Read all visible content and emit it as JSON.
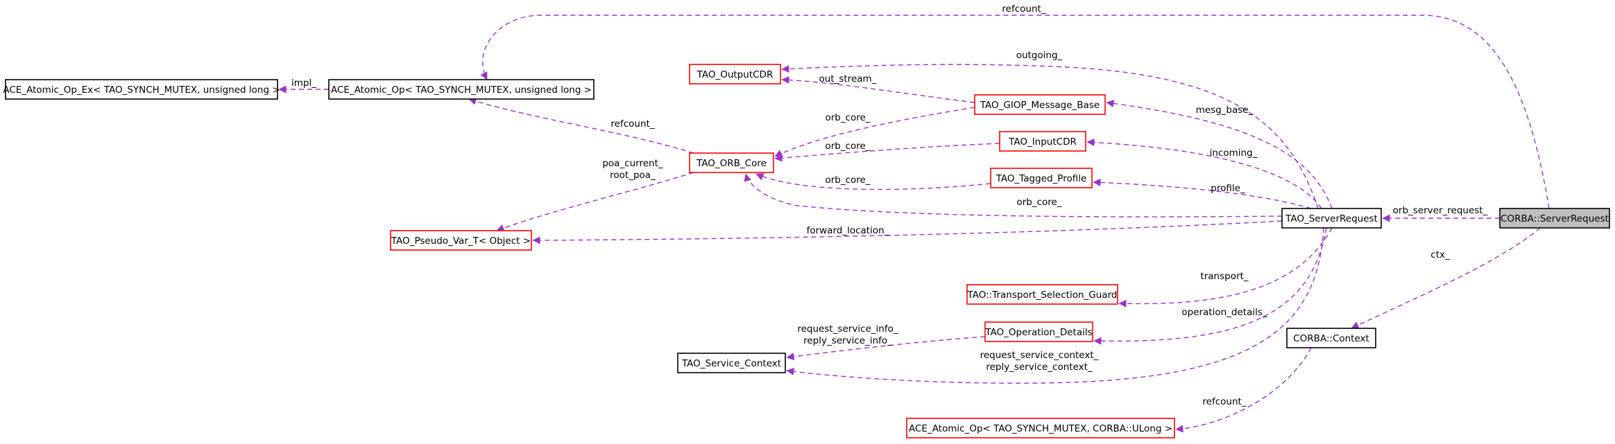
{
  "colors": {
    "edge": "#9a32cd",
    "node_border_black": "#000000",
    "node_border_red": "#ff0000",
    "focus_fill": "#bfbfbf",
    "node_fill": "#ffffff"
  },
  "nodes": [
    {
      "id": "ace-atomic-op-ex",
      "label": "ACE_Atomic_Op_Ex< TAO_SYNCH_MUTEX, unsigned long >",
      "border": "black",
      "focus": false
    },
    {
      "id": "ace-atomic-op-ulong",
      "label": "ACE_Atomic_Op< TAO_SYNCH_MUTEX, unsigned long >",
      "border": "black",
      "focus": false
    },
    {
      "id": "tao-outputcdr",
      "label": "TAO_OutputCDR",
      "border": "red",
      "focus": false
    },
    {
      "id": "tao-giop-message-base",
      "label": "TAO_GIOP_Message_Base",
      "border": "red",
      "focus": false
    },
    {
      "id": "tao-orb-core",
      "label": "TAO_ORB_Core",
      "border": "red",
      "focus": false
    },
    {
      "id": "tao-inputcdr",
      "label": "TAO_InputCDR",
      "border": "red",
      "focus": false
    },
    {
      "id": "tao-tagged-profile",
      "label": "TAO_Tagged_Profile",
      "border": "red",
      "focus": false
    },
    {
      "id": "tao-pseudo-var-t",
      "label": "TAO_Pseudo_Var_T< Object >",
      "border": "red",
      "focus": false
    },
    {
      "id": "tao-serverrequest",
      "label": "TAO_ServerRequest",
      "border": "black",
      "focus": false
    },
    {
      "id": "corba-serverrequest",
      "label": "CORBA::ServerRequest",
      "border": "black",
      "focus": true
    },
    {
      "id": "tao-transport-selection-guard",
      "label": "TAO::Transport_Selection_Guard",
      "border": "red",
      "focus": false
    },
    {
      "id": "tao-operation-details",
      "label": "TAO_Operation_Details",
      "border": "red",
      "focus": false
    },
    {
      "id": "tao-service-context",
      "label": "TAO_Service_Context",
      "border": "black",
      "focus": false
    },
    {
      "id": "corba-context",
      "label": "CORBA::Context",
      "border": "black",
      "focus": false
    },
    {
      "id": "ace-atomic-op-corba-ulong",
      "label": "ACE_Atomic_Op< TAO_SYNCH_MUTEX, CORBA::ULong >",
      "border": "red",
      "focus": false
    }
  ],
  "edges": [
    {
      "id": "refcount-top",
      "from": "corba-serverrequest",
      "to": "ace-atomic-op-ulong",
      "labels": [
        "refcount_"
      ]
    },
    {
      "id": "impl",
      "from": "ace-atomic-op-ulong",
      "to": "ace-atomic-op-ex",
      "labels": [
        "impl_"
      ]
    },
    {
      "id": "outgoing",
      "from": "tao-serverrequest",
      "to": "tao-outputcdr",
      "labels": [
        "outgoing_"
      ]
    },
    {
      "id": "out-stream",
      "from": "tao-giop-message-base",
      "to": "tao-outputcdr",
      "labels": [
        "out_stream_"
      ]
    },
    {
      "id": "refcount-orb",
      "from": "tao-orb-core",
      "to": "ace-atomic-op-ulong",
      "labels": [
        "refcount_"
      ]
    },
    {
      "id": "orb-core-giop",
      "from": "tao-giop-message-base",
      "to": "tao-orb-core",
      "labels": [
        "orb_core_"
      ]
    },
    {
      "id": "mesg-base",
      "from": "tao-serverrequest",
      "to": "tao-giop-message-base",
      "labels": [
        "mesg_base_"
      ]
    },
    {
      "id": "orb-core-input",
      "from": "tao-inputcdr",
      "to": "tao-orb-core",
      "labels": [
        "orb_core_"
      ]
    },
    {
      "id": "incoming",
      "from": "tao-serverrequest",
      "to": "tao-inputcdr",
      "labels": [
        "incoming_"
      ]
    },
    {
      "id": "poa",
      "from": "tao-orb-core",
      "to": "tao-pseudo-var-t",
      "labels": [
        "poa_current_",
        "root_poa_"
      ]
    },
    {
      "id": "orb-core-tagged",
      "from": "tao-tagged-profile",
      "to": "tao-orb-core",
      "labels": [
        "orb_core_"
      ]
    },
    {
      "id": "profile",
      "from": "tao-serverrequest",
      "to": "tao-tagged-profile",
      "labels": [
        "profile_"
      ]
    },
    {
      "id": "orb-core-server",
      "from": "tao-serverrequest",
      "to": "tao-orb-core",
      "labels": [
        "orb_core_"
      ]
    },
    {
      "id": "orb-server-request",
      "from": "corba-serverrequest",
      "to": "tao-serverrequest",
      "labels": [
        "orb_server_request_"
      ]
    },
    {
      "id": "forward-location",
      "from": "tao-serverrequest",
      "to": "tao-pseudo-var-t",
      "labels": [
        "forward_location_"
      ]
    },
    {
      "id": "ctx",
      "from": "corba-serverrequest",
      "to": "corba-context",
      "labels": [
        "ctx_"
      ]
    },
    {
      "id": "transport",
      "from": "tao-serverrequest",
      "to": "tao-transport-selection-guard",
      "labels": [
        "transport_"
      ]
    },
    {
      "id": "service-info",
      "from": "tao-operation-details",
      "to": "tao-service-context",
      "labels": [
        "request_service_info_",
        "reply_service_info_"
      ]
    },
    {
      "id": "operation-details",
      "from": "tao-serverrequest",
      "to": "tao-operation-details",
      "labels": [
        "operation_details_"
      ]
    },
    {
      "id": "service-context",
      "from": "tao-serverrequest",
      "to": "tao-service-context",
      "labels": [
        "request_service_context_",
        "reply_service_context_"
      ]
    },
    {
      "id": "refcount-context",
      "from": "corba-context",
      "to": "ace-atomic-op-corba-ulong",
      "labels": [
        "refcount_"
      ]
    }
  ]
}
